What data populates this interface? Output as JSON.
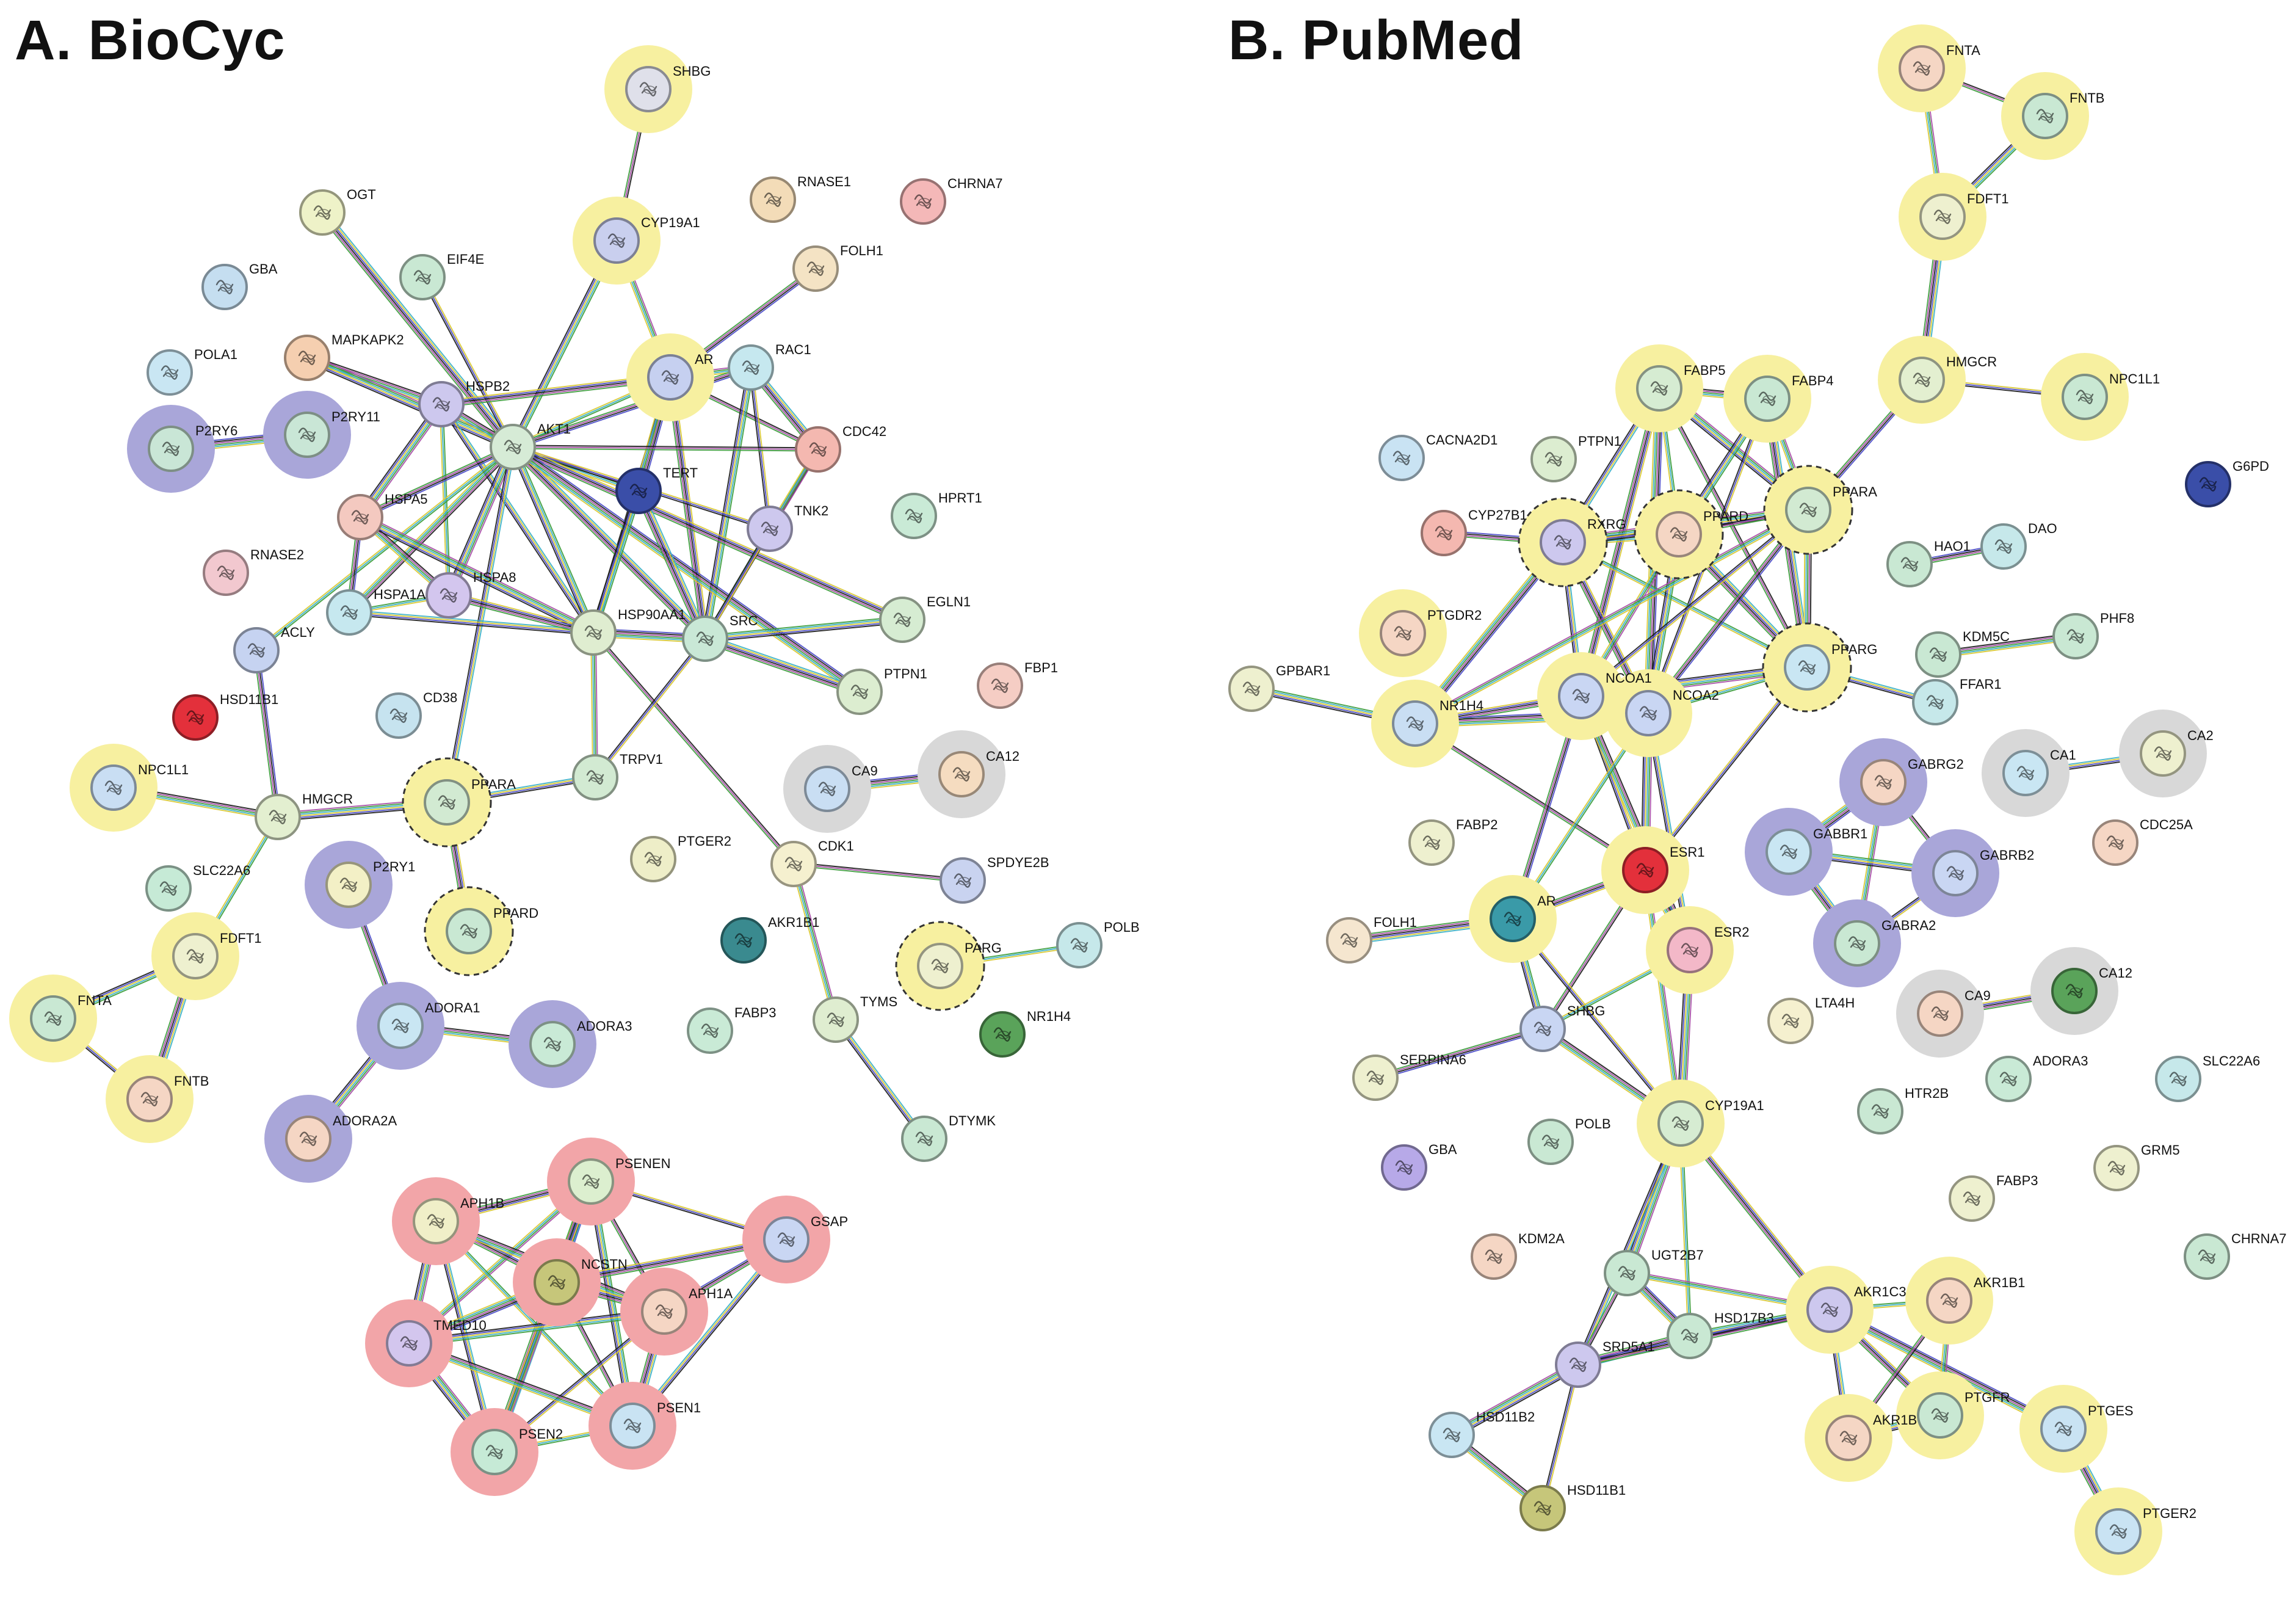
{
  "panels": [
    {
      "title": "A. BioCyc",
      "nodes": [
        {
          "id": "SHBG",
          "label": "SHBG",
          "fill": "#dfe0ea",
          "halo": "#f7f0a0"
        },
        {
          "id": "OGT",
          "label": "OGT",
          "fill": "#eef2c8"
        },
        {
          "id": "CYP19A1",
          "label": "CYP19A1",
          "fill": "#c9cfee",
          "halo": "#f7f0a0"
        },
        {
          "id": "RNASE1",
          "label": "RNASE1",
          "fill": "#f3dcb8"
        },
        {
          "id": "CHRNA7",
          "label": "CHRNA7",
          "fill": "#f4b8b8"
        },
        {
          "id": "GBA",
          "label": "GBA",
          "fill": "#c5def0"
        },
        {
          "id": "EIF4E",
          "label": "EIF4E",
          "fill": "#c9e8d3"
        },
        {
          "id": "FOLH1",
          "label": "FOLH1",
          "fill": "#f4e3c4"
        },
        {
          "id": "POLA1",
          "label": "POLA1",
          "fill": "#c9e6f3"
        },
        {
          "id": "MAPKAPK2",
          "label": "MAPKAPK2",
          "fill": "#f5cfb0"
        },
        {
          "id": "AR",
          "label": "AR",
          "fill": "#c6d0f0",
          "halo": "#f7f0a0"
        },
        {
          "id": "RAC1",
          "label": "RAC1",
          "fill": "#c6e8ef"
        },
        {
          "id": "HSPB2",
          "label": "HSPB2",
          "fill": "#cdc8ee"
        },
        {
          "id": "P2RY6",
          "label": "P2RY6",
          "fill": "#c9e6d6",
          "halo": "#a9a6d9"
        },
        {
          "id": "P2RY11",
          "label": "P2RY11",
          "fill": "#c9e6d6",
          "halo": "#a9a6d9"
        },
        {
          "id": "AKT1",
          "label": "AKT1",
          "fill": "#d6ebd6"
        },
        {
          "id": "CDC42",
          "label": "CDC42",
          "fill": "#f4b8b0"
        },
        {
          "id": "TERT",
          "label": "TERT",
          "fill": "#3a4ea8"
        },
        {
          "id": "HSPA5",
          "label": "HSPA5",
          "fill": "#f4c9c0"
        },
        {
          "id": "TNK2",
          "label": "TNK2",
          "fill": "#cdc8ee"
        },
        {
          "id": "HPRT1",
          "label": "HPRT1",
          "fill": "#c9ead6"
        },
        {
          "id": "RNASE2",
          "label": "RNASE2",
          "fill": "#f2c8cf"
        },
        {
          "id": "HSPA1A",
          "label": "HSPA1A",
          "fill": "#c6e8ef"
        },
        {
          "id": "HSPA8",
          "label": "HSPA8",
          "fill": "#d3c6ee"
        },
        {
          "id": "HSP90AA1",
          "label": "HSP90AA1",
          "fill": "#dfedd0"
        },
        {
          "id": "SRC",
          "label": "SRC",
          "fill": "#c9e8d6"
        },
        {
          "id": "EGLN1",
          "label": "EGLN1",
          "fill": "#d6ecd2"
        },
        {
          "id": "ACLY",
          "label": "ACLY",
          "fill": "#c6d3f1"
        },
        {
          "id": "HSD11B1",
          "label": "HSD11B1",
          "fill": "#e3303b"
        },
        {
          "id": "CD38",
          "label": "CD38",
          "fill": "#c6e3ef"
        },
        {
          "id": "FBP1",
          "label": "FBP1",
          "fill": "#f5cdc4"
        },
        {
          "id": "PTPN1",
          "label": "PTPN1",
          "fill": "#dcedd0"
        },
        {
          "id": "NPC1L1",
          "label": "NPC1L1",
          "fill": "#c9def3",
          "halo": "#f7f0a0"
        },
        {
          "id": "HMGCR",
          "label": "HMGCR",
          "fill": "#e3efd0"
        },
        {
          "id": "PPARA",
          "label": "PPARA",
          "fill": "#d2ead2",
          "halo": "#f7f0a0",
          "dashed": true
        },
        {
          "id": "TRPV1",
          "label": "TRPV1",
          "fill": "#d2ead2"
        },
        {
          "id": "CA9",
          "label": "CA9",
          "fill": "#c9def3",
          "halo": "#d8d8d8"
        },
        {
          "id": "CA12",
          "label": "CA12",
          "fill": "#f5dcc0",
          "halo": "#d8d8d8"
        },
        {
          "id": "SLC22A6",
          "label": "SLC22A6",
          "fill": "#c6ead6"
        },
        {
          "id": "P2RY1",
          "label": "P2RY1",
          "fill": "#f3f0c6",
          "halo": "#a9a6d9"
        },
        {
          "id": "PTGER2",
          "label": "PTGER2",
          "fill": "#eeeec8"
        },
        {
          "id": "CDK1",
          "label": "CDK1",
          "fill": "#f5f0cf"
        },
        {
          "id": "SPDYE2B",
          "label": "SPDYE2B",
          "fill": "#c9d3f0"
        },
        {
          "id": "FDFT1",
          "label": "FDFT1",
          "fill": "#eef0cf",
          "halo": "#f7f0a0"
        },
        {
          "id": "PPARD",
          "label": "PPARD",
          "fill": "#c9e8d3",
          "halo": "#f7f0a0",
          "dashed": true
        },
        {
          "id": "AKR1B1",
          "label": "AKR1B1",
          "fill": "#3a8a8f"
        },
        {
          "id": "POLB",
          "label": "POLB",
          "fill": "#c6e8ea"
        },
        {
          "id": "PARG",
          "label": "PARG",
          "fill": "#eef0cf",
          "halo": "#f7f0a0",
          "dashed": true
        },
        {
          "id": "FNTA",
          "label": "FNTA",
          "fill": "#c9e8d3",
          "halo": "#f7f0a0"
        },
        {
          "id": "ADORA1",
          "label": "ADORA1",
          "fill": "#c9e6f3",
          "halo": "#a9a6d9"
        },
        {
          "id": "ADORA3",
          "label": "ADORA3",
          "fill": "#c9ead6",
          "halo": "#a9a6d9"
        },
        {
          "id": "TYMS",
          "label": "TYMS",
          "fill": "#dfedd0"
        },
        {
          "id": "NR1H4",
          "label": "NR1H4",
          "fill": "#5aa35a"
        },
        {
          "id": "FABP3",
          "label": "FABP3",
          "fill": "#c9ead6"
        },
        {
          "id": "FNTB",
          "label": "FNTB",
          "fill": "#f5d6c4",
          "halo": "#f7f0a0"
        },
        {
          "id": "ADORA2A",
          "label": "ADORA2A",
          "fill": "#f5d6c4",
          "halo": "#a9a6d9"
        },
        {
          "id": "DTYMK",
          "label": "DTYMK",
          "fill": "#c9e8d3"
        },
        {
          "id": "PSENEN",
          "label": "PSENEN",
          "fill": "#dcefcf",
          "halo": "#f2a5a8"
        },
        {
          "id": "APH1B",
          "label": "APH1B",
          "fill": "#f0efc8",
          "halo": "#f2a5a8"
        },
        {
          "id": "GSAP",
          "label": "GSAP",
          "fill": "#c9d6f3",
          "halo": "#f2a5a8"
        },
        {
          "id": "NCSTN",
          "label": "NCSTN",
          "fill": "#c6c67a",
          "halo": "#f2a5a8"
        },
        {
          "id": "APH1A",
          "label": "APH1A",
          "fill": "#f5d6c4",
          "halo": "#f2a5a8"
        },
        {
          "id": "TMED10",
          "label": "TMED10",
          "fill": "#d3c6ee",
          "halo": "#f2a5a8"
        },
        {
          "id": "PSEN1",
          "label": "PSEN1",
          "fill": "#c9e3f3",
          "halo": "#f2a5a8"
        },
        {
          "id": "PSEN2",
          "label": "PSEN2",
          "fill": "#c6ead6",
          "halo": "#f2a5a8"
        }
      ]
    },
    {
      "title": "B. PubMed",
      "nodes": [
        {
          "id": "FNTA",
          "label": "FNTA",
          "fill": "#f5d6c4",
          "halo": "#f7f0a0"
        },
        {
          "id": "FNTB",
          "label": "FNTB",
          "fill": "#c9e8d3",
          "halo": "#f7f0a0"
        },
        {
          "id": "FDFT1",
          "label": "FDFT1",
          "fill": "#eef0cf",
          "halo": "#f7f0a0"
        },
        {
          "id": "HMGCR",
          "label": "HMGCR",
          "fill": "#e3efd0",
          "halo": "#f7f0a0"
        },
        {
          "id": "NPC1L1",
          "label": "NPC1L1",
          "fill": "#c9e8d3",
          "halo": "#f7f0a0"
        },
        {
          "id": "FABP5",
          "label": "FABP5",
          "fill": "#d6ecd2",
          "halo": "#f7f0a0"
        },
        {
          "id": "FABP4",
          "label": "FABP4",
          "fill": "#c9e8d3",
          "halo": "#f7f0a0"
        },
        {
          "id": "CACNA2D1",
          "label": "CACNA2D1",
          "fill": "#c9e3f3"
        },
        {
          "id": "PTPN1",
          "label": "PTPN1",
          "fill": "#dcedd0"
        },
        {
          "id": "G6PD",
          "label": "G6PD",
          "fill": "#3a4ea8"
        },
        {
          "id": "PPARA",
          "label": "PPARA",
          "fill": "#d2ead2",
          "halo": "#f7f0a0",
          "dashed": true
        },
        {
          "id": "CYP27B1",
          "label": "CYP27B1",
          "fill": "#f4b8b0"
        },
        {
          "id": "RXRG",
          "label": "RXRG",
          "fill": "#cdc8ee",
          "halo": "#f7f0a0",
          "dashed": true
        },
        {
          "id": "PPARD",
          "label": "PPARD",
          "fill": "#f5d6c4",
          "halo": "#f7f0a0",
          "dashed": true
        },
        {
          "id": "HAO1",
          "label": "HAO1",
          "fill": "#c9e8d3"
        },
        {
          "id": "DAO",
          "label": "DAO",
          "fill": "#c6e8ea"
        },
        {
          "id": "PTGDR2",
          "label": "PTGDR2",
          "fill": "#f5d6c4",
          "halo": "#f7f0a0"
        },
        {
          "id": "KDM5C",
          "label": "KDM5C",
          "fill": "#c9e8d3"
        },
        {
          "id": "PHF8",
          "label": "PHF8",
          "fill": "#c9e8d3"
        },
        {
          "id": "GPBAR1",
          "label": "GPBAR1",
          "fill": "#eef0cf"
        },
        {
          "id": "NR1H4",
          "label": "NR1H4",
          "fill": "#c9def3",
          "halo": "#f7f0a0"
        },
        {
          "id": "NCOA1",
          "label": "NCOA1",
          "fill": "#c9d6f3",
          "halo": "#f7f0a0"
        },
        {
          "id": "NCOA2",
          "label": "NCOA2",
          "fill": "#c9d6f3",
          "halo": "#f7f0a0"
        },
        {
          "id": "PPARG",
          "label": "PPARG",
          "fill": "#c9e6f3",
          "halo": "#f7f0a0",
          "dashed": true
        },
        {
          "id": "FFAR1",
          "label": "FFAR1",
          "fill": "#c6e8ea"
        },
        {
          "id": "CA1",
          "label": "CA1",
          "fill": "#c9e6f3",
          "halo": "#d8d8d8"
        },
        {
          "id": "CA2",
          "label": "CA2",
          "fill": "#eef0cf",
          "halo": "#d8d8d8"
        },
        {
          "id": "GABRG2",
          "label": "GABRG2",
          "fill": "#f5d6c4",
          "halo": "#a9a6d9"
        },
        {
          "id": "FABP2",
          "label": "FABP2",
          "fill": "#eef0cf"
        },
        {
          "id": "GABBR1",
          "label": "GABBR1",
          "fill": "#c9e6f3",
          "halo": "#a9a6d9"
        },
        {
          "id": "GABRB2",
          "label": "GABRB2",
          "fill": "#c9d6f3",
          "halo": "#a9a6d9"
        },
        {
          "id": "CDC25A",
          "label": "CDC25A",
          "fill": "#f5d6c4"
        },
        {
          "id": "ESR1",
          "label": "ESR1",
          "fill": "#e3303b",
          "halo": "#f7f0a0"
        },
        {
          "id": "AR",
          "label": "AR",
          "fill": "#3a9aa8",
          "halo": "#f7f0a0"
        },
        {
          "id": "FOLH1",
          "label": "FOLH1",
          "fill": "#f5e6cf"
        },
        {
          "id": "ESR2",
          "label": "ESR2",
          "fill": "#f3b8c8",
          "halo": "#f7f0a0"
        },
        {
          "id": "GABRA2",
          "label": "GABRA2",
          "fill": "#c9e8d3",
          "halo": "#a9a6d9"
        },
        {
          "id": "LTA4H",
          "label": "LTA4H",
          "fill": "#f5f0cf"
        },
        {
          "id": "CA9",
          "label": "CA9",
          "fill": "#f5d6c4",
          "halo": "#d8d8d8"
        },
        {
          "id": "CA12",
          "label": "CA12",
          "fill": "#5aa35a",
          "halo": "#d8d8d8"
        },
        {
          "id": "SHBG",
          "label": "SHBG",
          "fill": "#c9d6f3"
        },
        {
          "id": "SERPINA6",
          "label": "SERPINA6",
          "fill": "#eef0cf"
        },
        {
          "id": "ADORA3",
          "label": "ADORA3",
          "fill": "#c9ead6"
        },
        {
          "id": "SLC22A6",
          "label": "SLC22A6",
          "fill": "#c6e8ea"
        },
        {
          "id": "CYP19A1",
          "label": "CYP19A1",
          "fill": "#d6ecd2",
          "halo": "#f7f0a0"
        },
        {
          "id": "HTR2B",
          "label": "HTR2B",
          "fill": "#c9e8d3"
        },
        {
          "id": "GBA",
          "label": "GBA",
          "fill": "#b7a9e8"
        },
        {
          "id": "POLB",
          "label": "POLB",
          "fill": "#c9e8d3"
        },
        {
          "id": "GRM5",
          "label": "GRM5",
          "fill": "#eef0cf"
        },
        {
          "id": "FABP3",
          "label": "FABP3",
          "fill": "#eef0cf"
        },
        {
          "id": "CHRNA7",
          "label": "CHRNA7",
          "fill": "#c9e8d3"
        },
        {
          "id": "KDM2A",
          "label": "KDM2A",
          "fill": "#f5d6c4"
        },
        {
          "id": "UGT2B7",
          "label": "UGT2B7",
          "fill": "#c9e8d3"
        },
        {
          "id": "AKR1C3",
          "label": "AKR1C3",
          "fill": "#cdc8ee",
          "halo": "#f7f0a0"
        },
        {
          "id": "AKR1B1",
          "label": "AKR1B1",
          "fill": "#f5d6c4",
          "halo": "#f7f0a0"
        },
        {
          "id": "HSD17B3",
          "label": "HSD17B3",
          "fill": "#c9e8d3"
        },
        {
          "id": "SRD5A1",
          "label": "SRD5A1",
          "fill": "#cdc8ee"
        },
        {
          "id": "PTGFR",
          "label": "PTGFR",
          "fill": "#c9e8d3",
          "halo": "#f7f0a0"
        },
        {
          "id": "PTGES",
          "label": "PTGES",
          "fill": "#c9e3f3",
          "halo": "#f7f0a0"
        },
        {
          "id": "AKR1B",
          "label": "AKR1B",
          "fill": "#f5d6c4",
          "halo": "#f7f0a0"
        },
        {
          "id": "HSD11B2",
          "label": "HSD11B2",
          "fill": "#c9e6f3"
        },
        {
          "id": "HSD11B1",
          "label": "HSD11B1",
          "fill": "#c6c67a"
        },
        {
          "id": "PTGER2",
          "label": "PTGER2",
          "fill": "#c9e3f3",
          "halo": "#f7f0a0"
        }
      ]
    }
  ],
  "colors": {
    "edge_palette": [
      "#1a1a1a",
      "#a64ca6",
      "#3b9c3b",
      "#3ab0c8",
      "#d8c830",
      "#4a4ac8"
    ],
    "node_stroke_tint": "#000000"
  }
}
